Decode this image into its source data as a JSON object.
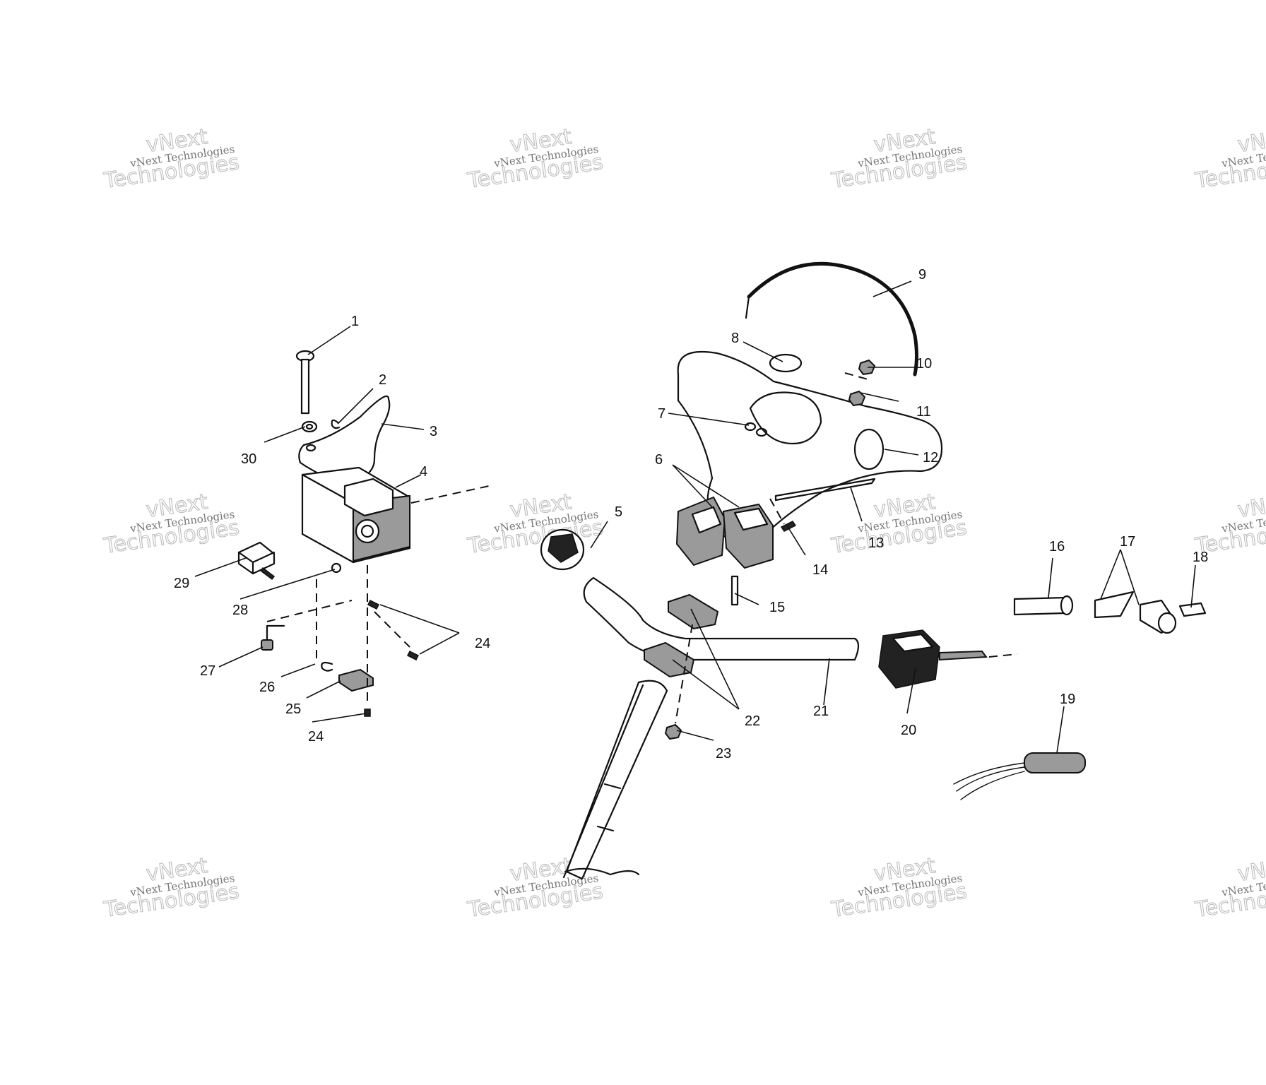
{
  "watermark": {
    "line_small": "vNext Technologies",
    "line_big_1": "vNext",
    "line_big_2": "Technologies"
  },
  "callouts": [
    "1",
    "2",
    "3",
    "4",
    "5",
    "6",
    "7",
    "8",
    "9",
    "10",
    "11",
    "12",
    "13",
    "14",
    "15",
    "16",
    "17",
    "18",
    "19",
    "20",
    "21",
    "22",
    "23",
    "24",
    "25",
    "26",
    "27",
    "28",
    "29",
    "30"
  ],
  "colors": {
    "ink": "#111111",
    "watermark": "#bdbdbd",
    "background": "#ffffff"
  }
}
